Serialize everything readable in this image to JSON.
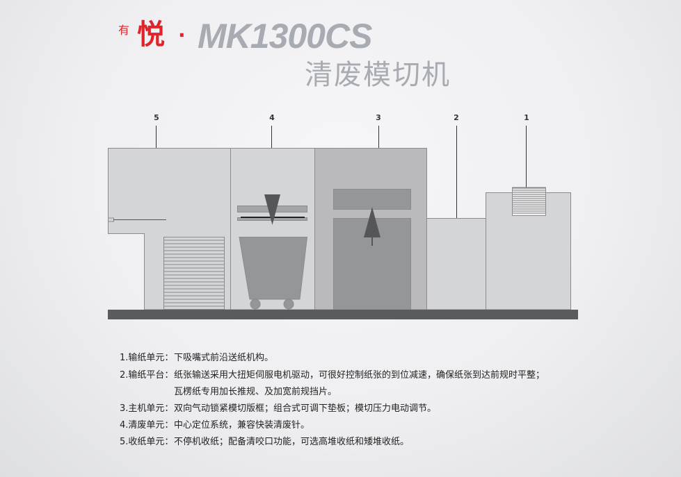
{
  "header": {
    "brand_small": "有",
    "brand_main": "悦",
    "separator": "·",
    "model": "MK1300CS",
    "subtitle": "清废模切机"
  },
  "diagram": {
    "callouts": [
      {
        "number": "5",
        "unit": "收纸单元"
      },
      {
        "number": "4",
        "unit": "清废单元"
      },
      {
        "number": "3",
        "unit": "主机单元"
      },
      {
        "number": "2",
        "unit": "输纸平台"
      },
      {
        "number": "1",
        "unit": "输纸单元"
      }
    ],
    "colors": {
      "base": "#5a5b5d",
      "panel_light": "#d4d5d7",
      "panel_mid": "#bababc",
      "panel_dark": "#959699",
      "arrow": "#555658",
      "outline": "#8a8b8e"
    }
  },
  "descriptions": [
    {
      "label": "1.输纸单元：",
      "text": "下吸嘴式前沿送纸机构。"
    },
    {
      "label": "2.输纸平台：",
      "text": "纸张输送采用大扭矩伺服电机驱动，可很好控制纸张的到位减速，确保纸张到达前规时平整；"
    },
    {
      "label": "",
      "text": "瓦楞纸专用加长推规、及加宽前规挡片。"
    },
    {
      "label": "3.主机单元：",
      "text": "双向气动锁紧模切版框；组合式可调下垫板；模切压力电动调节。"
    },
    {
      "label": "4.清废单元：",
      "text": "中心定位系统，兼容快装清废针。"
    },
    {
      "label": "5.收纸单元：",
      "text": "不停机收纸；配备清咬口功能，可选高堆收纸和矮堆收纸。"
    }
  ]
}
